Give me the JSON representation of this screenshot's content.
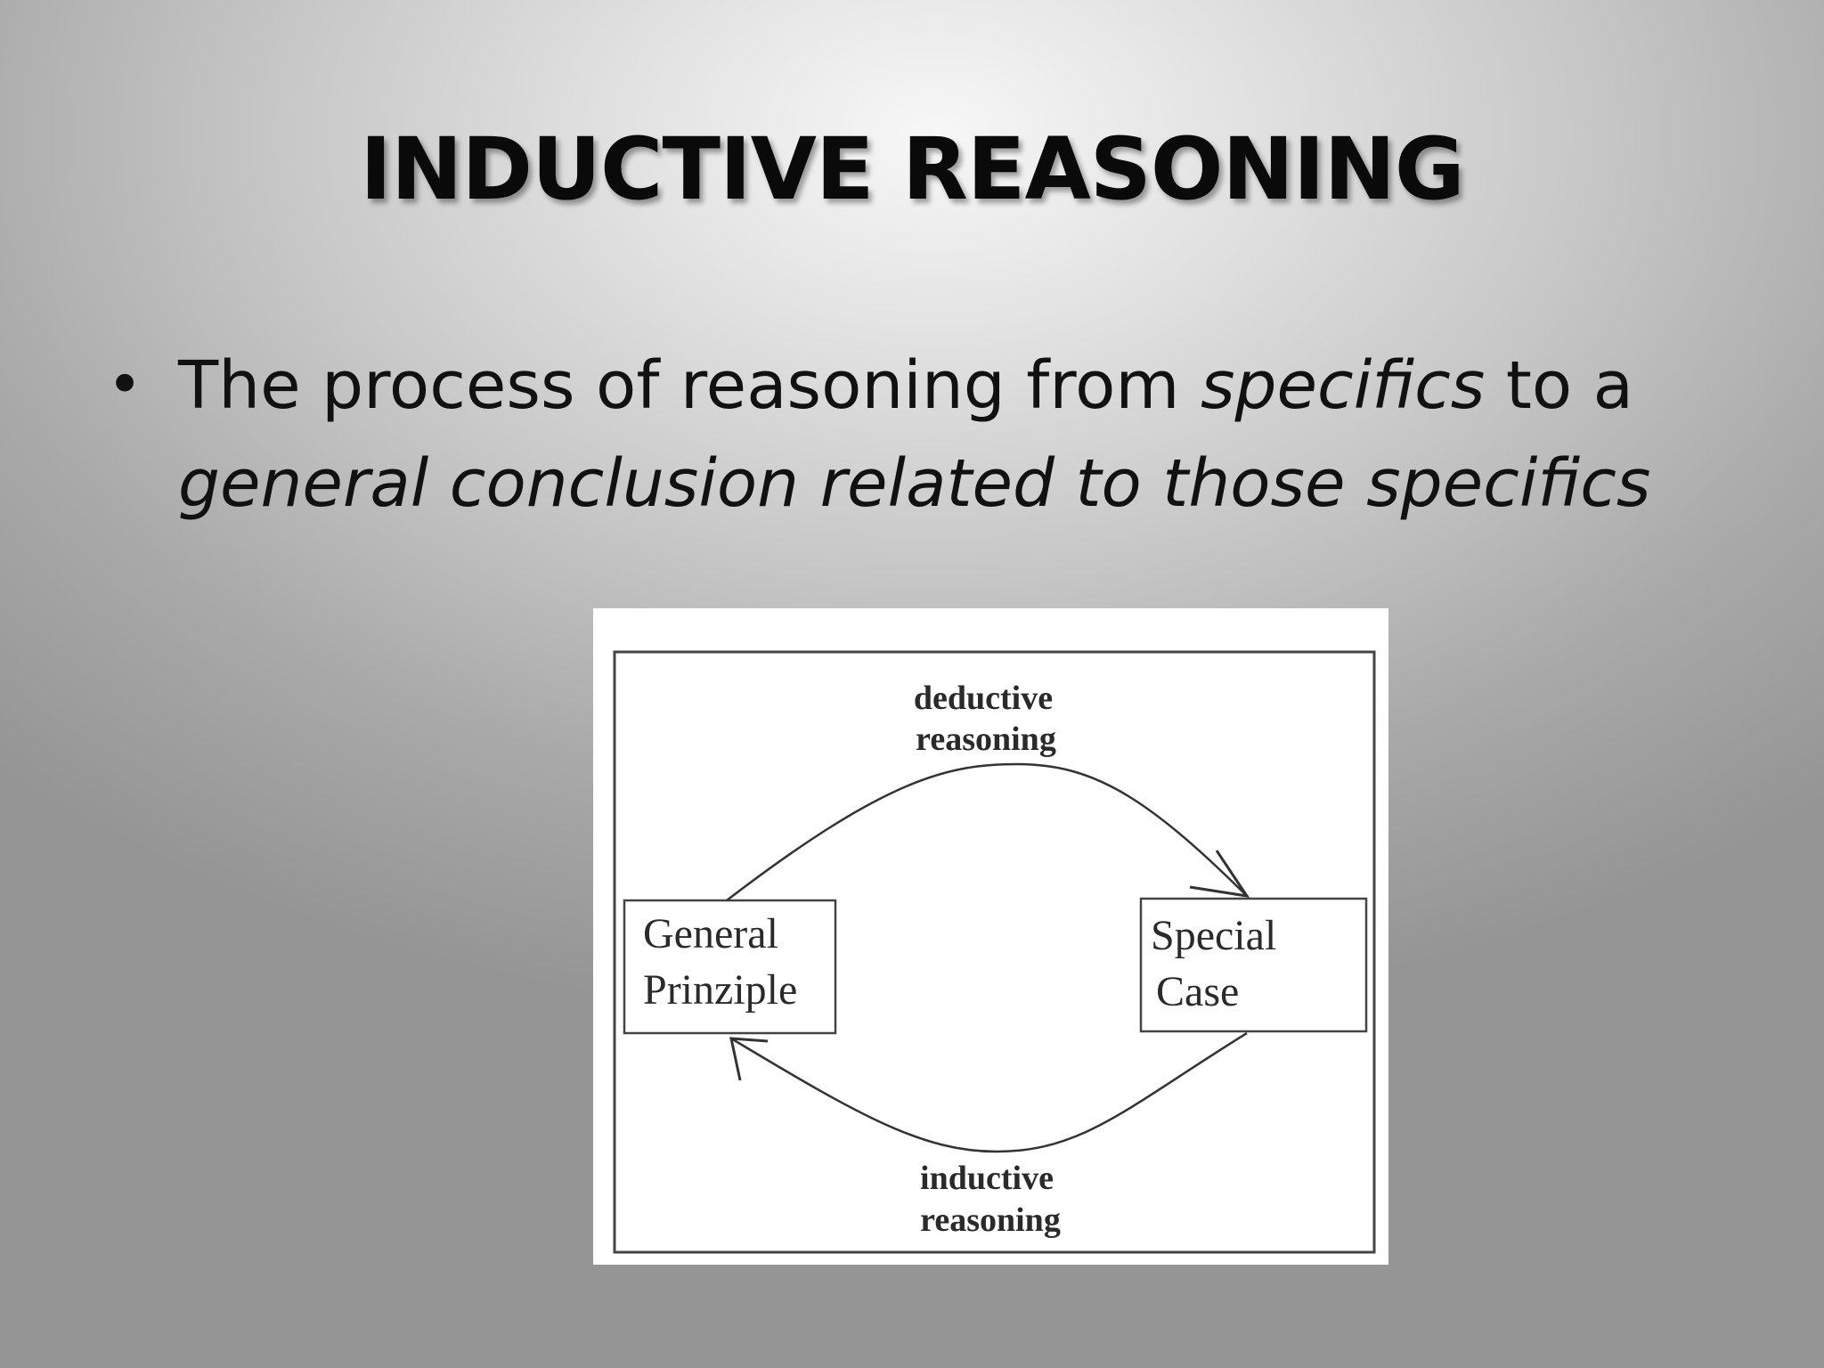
{
  "slide": {
    "title": "INDUCTIVE REASONING",
    "bullet": {
      "marker": "•",
      "text_1": "The process of reasoning from ",
      "text_2_italic": "specifics",
      "text_3": " to a ",
      "text_4_italic": "general conclusion related to those specifics"
    }
  },
  "diagram": {
    "general_box": {
      "line1": "General",
      "line2": "Prinziple"
    },
    "special_box": {
      "line1": "Special",
      "line2": "Case"
    },
    "top_arrow_label": {
      "line1": "deductive",
      "line2": "reasoning"
    },
    "bottom_arrow_label": {
      "line1": "inductive",
      "line2": "reasoning"
    }
  },
  "colors": {
    "title": "#0a0a0a",
    "text": "#111111",
    "diagram_line": "#333333"
  }
}
